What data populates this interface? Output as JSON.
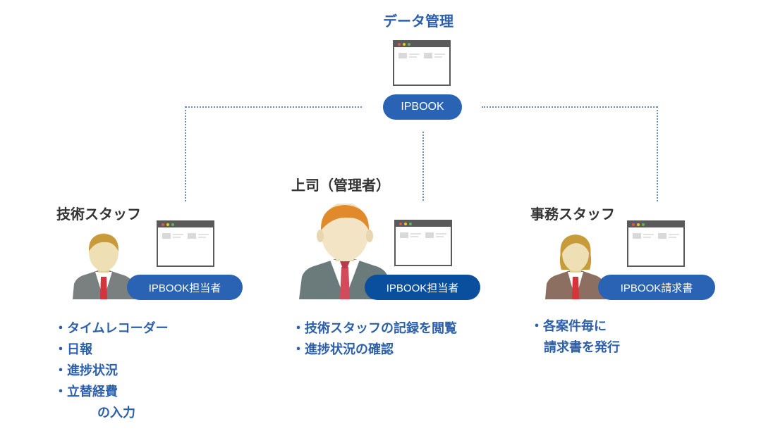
{
  "top": {
    "title": "データ管理",
    "pill": "IPBOOK"
  },
  "manager": {
    "title": "上司（管理者）",
    "pill": "IPBOOK担当者",
    "features": [
      "・技術スタッフの記録を閲覧",
      "・進捗状況の確認"
    ]
  },
  "tech": {
    "title": "技術スタッフ",
    "pill": "IPBOOK担当者",
    "features": [
      "・タイムレコーダー",
      "・日報",
      "・進捗状況",
      "・立替経費",
      "の入力"
    ]
  },
  "office": {
    "title": "事務スタッフ",
    "pill": "IPBOOK請求書",
    "features": [
      "・各案件毎に",
      "請求書を発行"
    ]
  },
  "colors": {
    "accent": "#2c5fab",
    "pill_dark": "#0a4f9e",
    "connector": "#6a8cc0"
  }
}
